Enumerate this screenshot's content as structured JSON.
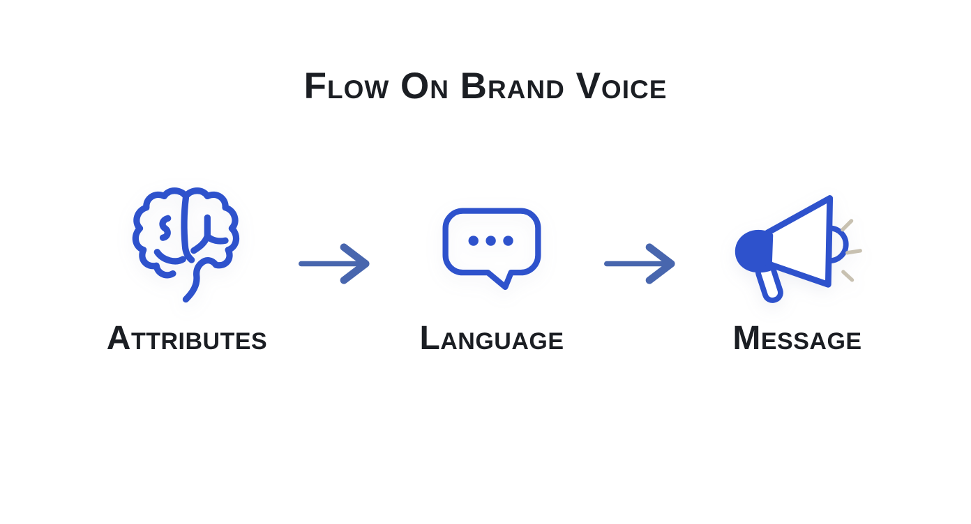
{
  "page": {
    "title": "Flow On Brand Voice",
    "background_color": "#ffffff"
  },
  "palette": {
    "icon_blue": "#2e52cc",
    "arrow_blue": "#4866ae",
    "sound_wave_tan": "#c8c1b1",
    "text_dark": "#1b1e23"
  },
  "flow": {
    "steps": [
      {
        "label": "Attributes",
        "icon": "brain-icon"
      },
      {
        "label": "Language",
        "icon": "speech-bubble-icon"
      },
      {
        "label": "Message",
        "icon": "megaphone-icon"
      }
    ],
    "connectors": [
      {
        "icon": "arrow-right-icon"
      },
      {
        "icon": "arrow-right-icon"
      }
    ]
  }
}
